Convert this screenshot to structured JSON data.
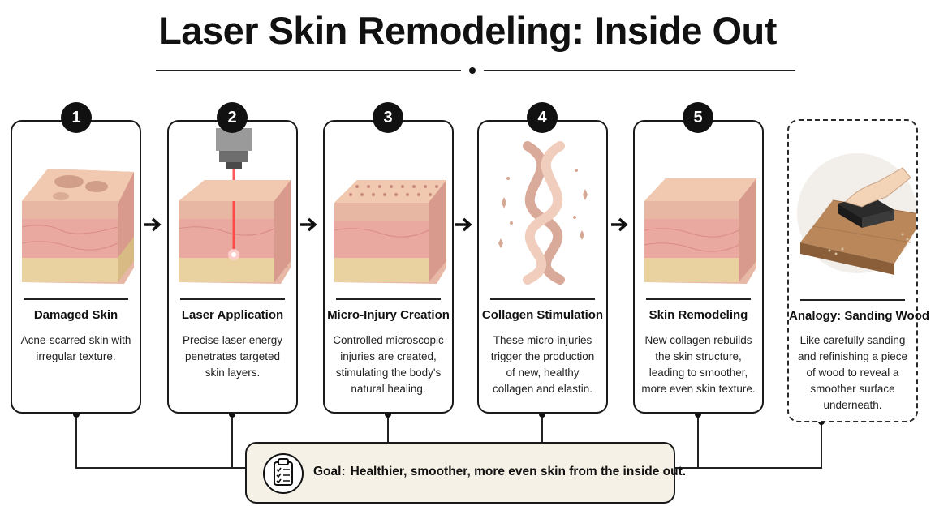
{
  "title": "Laser Skin Remodeling: Inside Out",
  "steps": [
    {
      "number": "1",
      "title": "Damaged Skin",
      "desc": "Acne-scarred skin with irregular texture."
    },
    {
      "number": "2",
      "title": "Laser Application",
      "desc": "Precise laser energy penetrates targeted skin layers."
    },
    {
      "number": "3",
      "title": "Micro-Injury Creation",
      "desc": "Controlled microscopic injuries are created, stimulating the body's natural healing."
    },
    {
      "number": "4",
      "title": "Collagen Stimulation",
      "desc": "These micro-injuries trigger the production of new, healthy collagen and elastin."
    },
    {
      "number": "5",
      "title": "Skin Remodeling",
      "desc": "New collagen rebuilds the skin structure, leading to smoother, more even skin texture."
    }
  ],
  "analogy": {
    "title": "Analogy: Sanding Wood",
    "desc": "Like carefully sanding and refinishing a piece of wood to reveal a smoother surface underneath."
  },
  "goal": {
    "label": "Goal:",
    "text": "Healthier, smoother, more even skin from the inside out."
  },
  "colors": {
    "skin_top": "#f1c9b0",
    "skin_mid": "#eaa9a0",
    "fat": "#ead2a0",
    "laser": "#ff5a5a",
    "goal_bg": "#f6f1e6"
  },
  "icons": {
    "arrow": "arrow-right-icon",
    "goal": "clipboard-checklist-icon"
  }
}
